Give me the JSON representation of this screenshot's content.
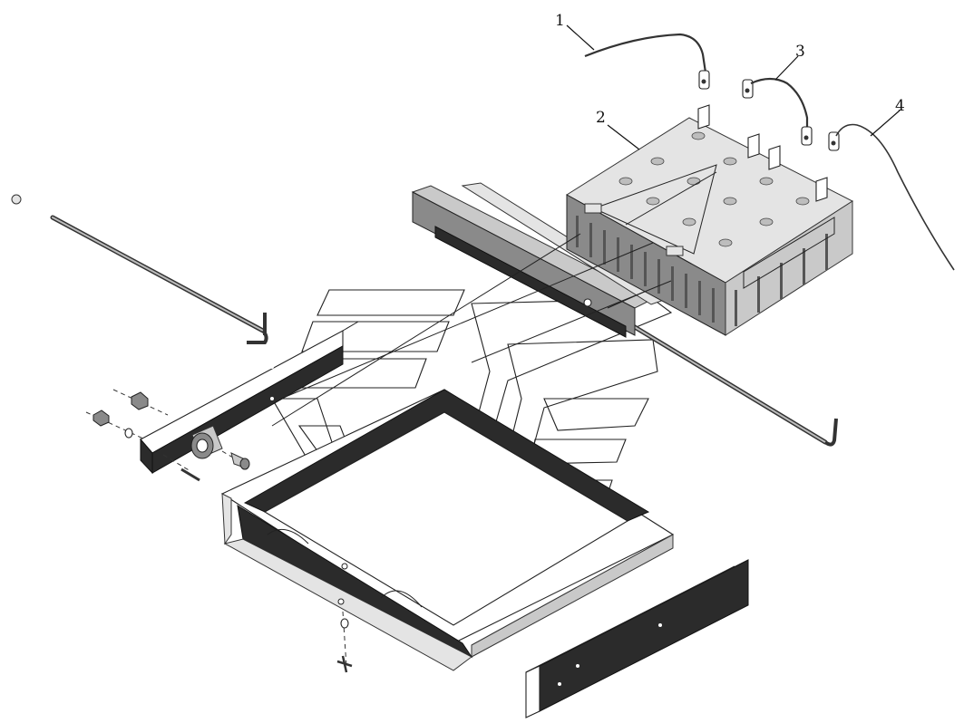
{
  "callouts": [
    {
      "id": "1",
      "label": "1"
    },
    {
      "id": "2",
      "label": "2"
    },
    {
      "id": "3",
      "label": "3"
    },
    {
      "id": "4",
      "label": "4"
    }
  ],
  "colors": {
    "background": "#ffffff",
    "metal_light": "#c9c9c9",
    "metal_dark": "#2b2b2b",
    "line": "#222222"
  }
}
